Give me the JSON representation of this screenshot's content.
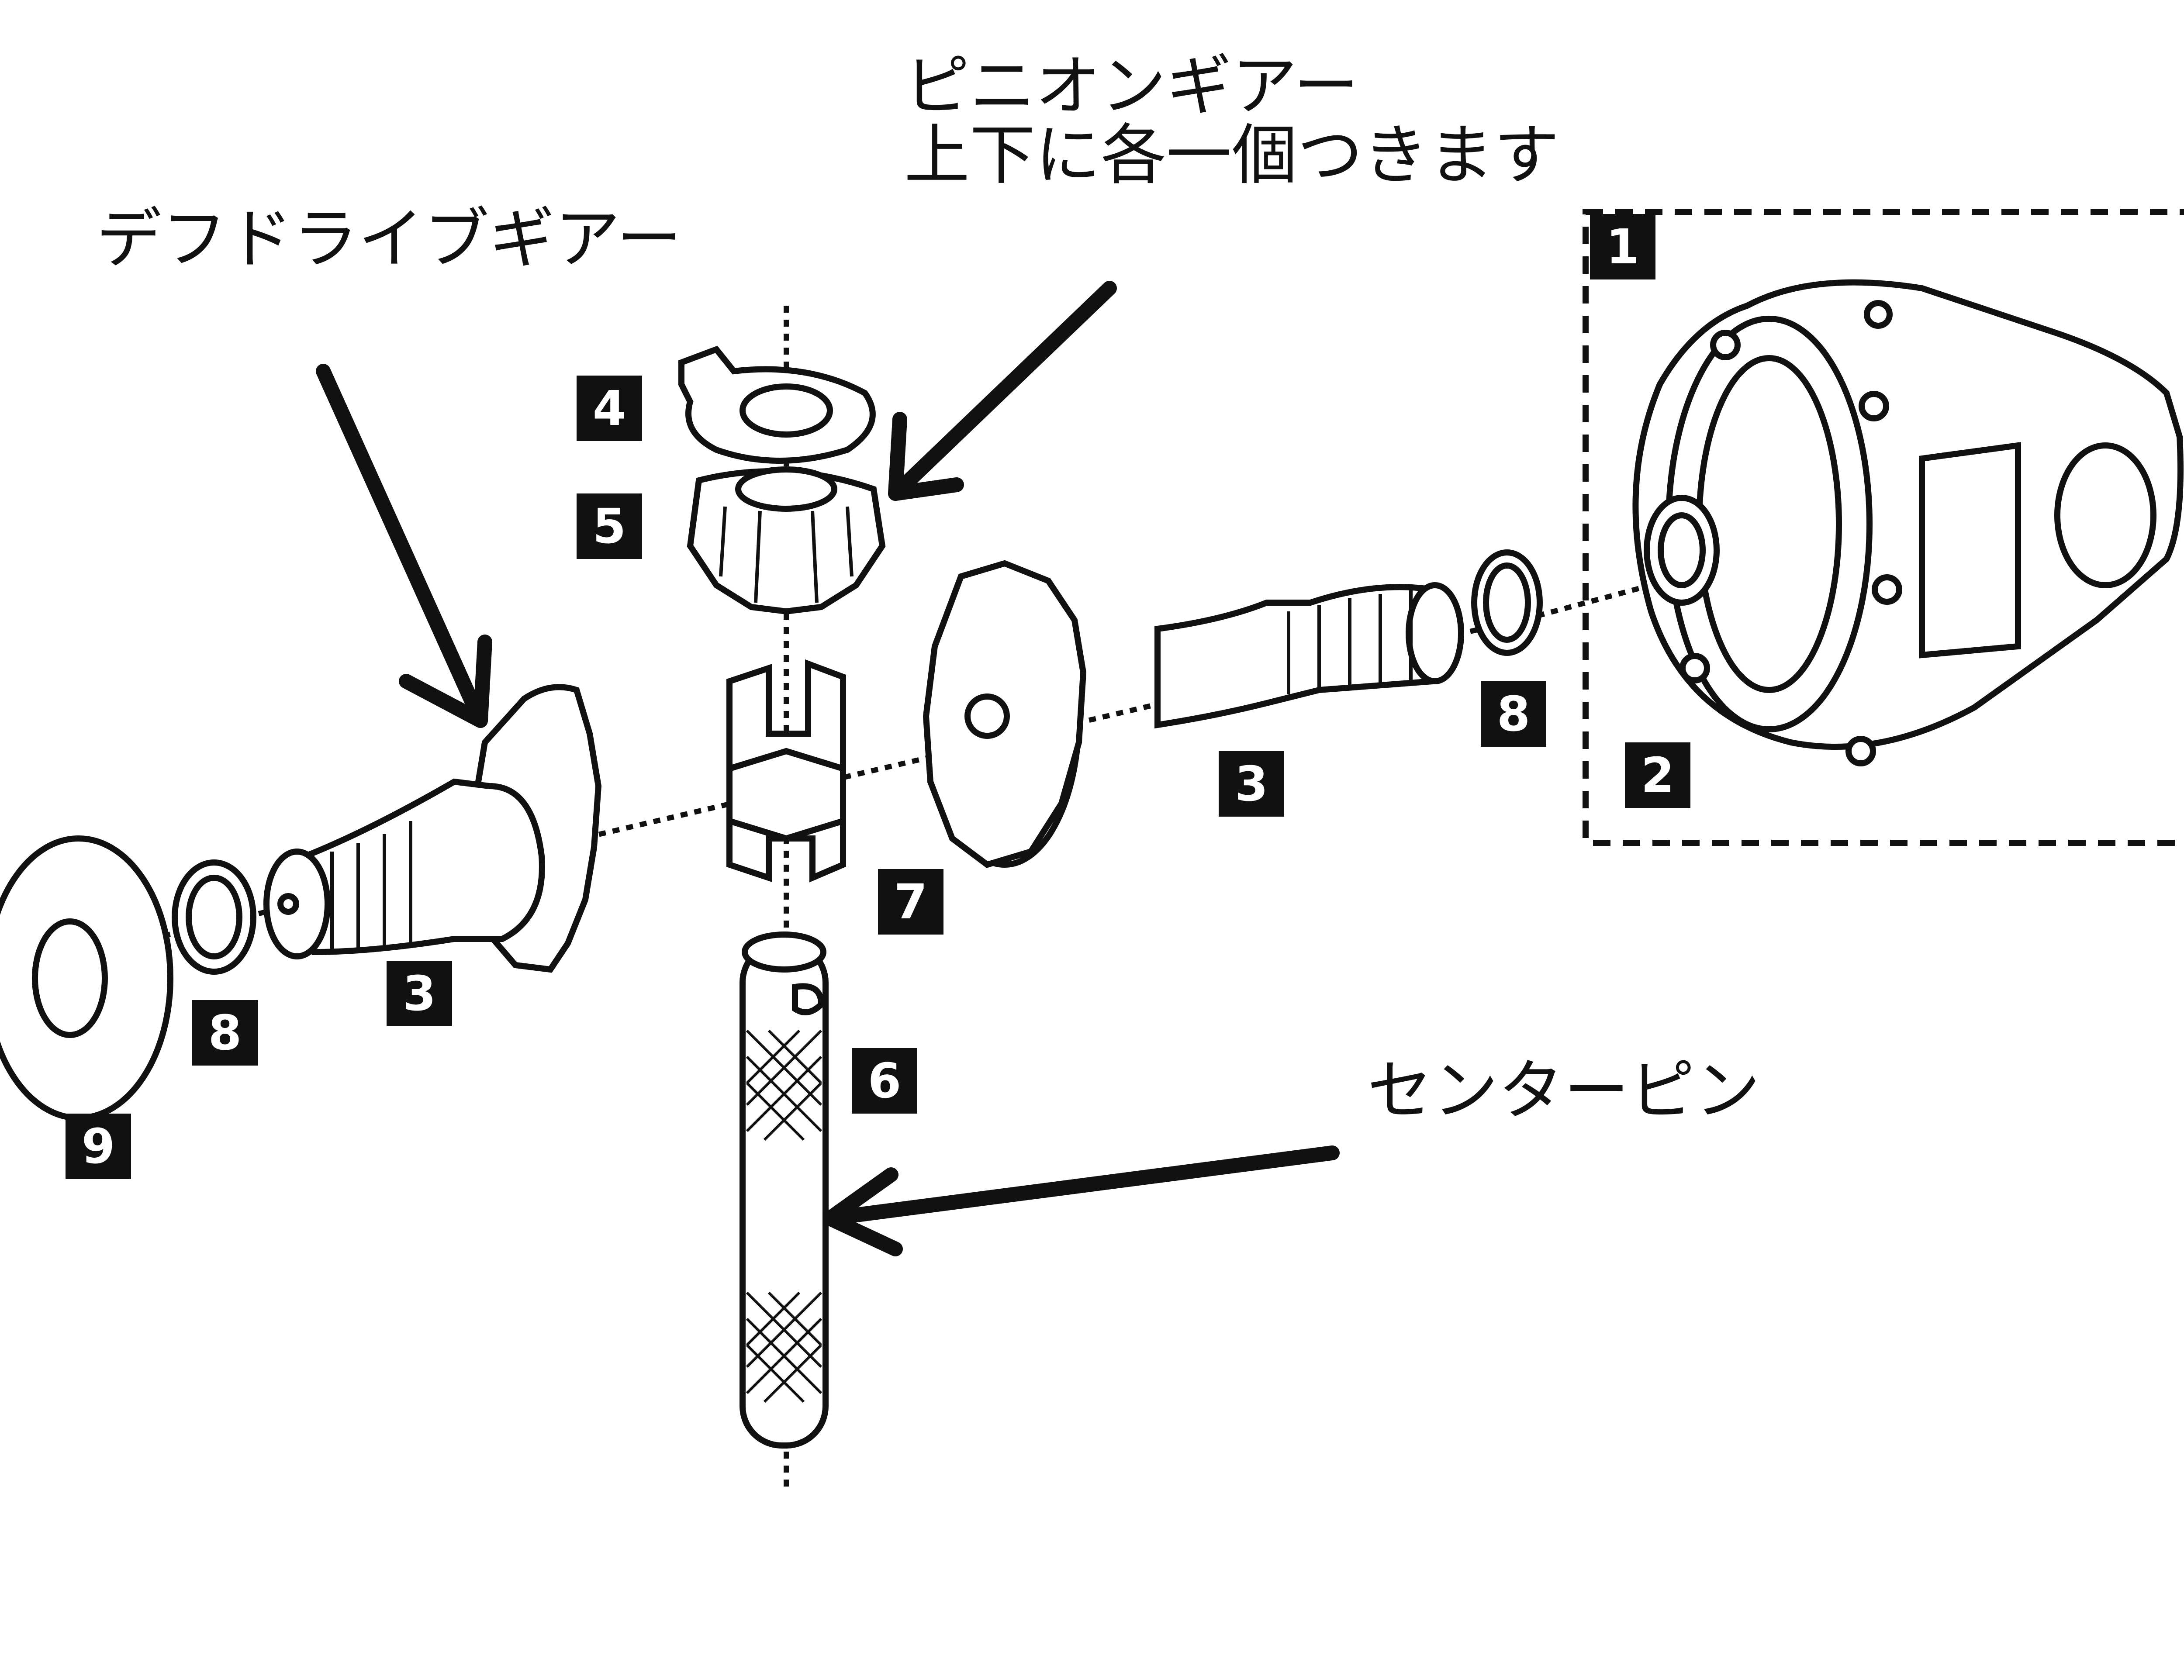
{
  "labels": {
    "diff_drive_gear": "デフドライブギアー",
    "pinion_gear_line1": "ピニオンギアー",
    "pinion_gear_line2": "上下に各一個つきます",
    "center_pin": "センターピン"
  },
  "part_numbers": {
    "housing": "1",
    "housing_bore": "2",
    "left_drive_gear": "3",
    "right_drive_gear": "3",
    "upper_washer": "4",
    "upper_pinion": "5",
    "center_pin": "6",
    "center_block": "7",
    "left_shim": "8",
    "right_shim": "8",
    "outer_washer": "9"
  },
  "colors": {
    "ink": "#111111",
    "paper": "#ffffff"
  }
}
